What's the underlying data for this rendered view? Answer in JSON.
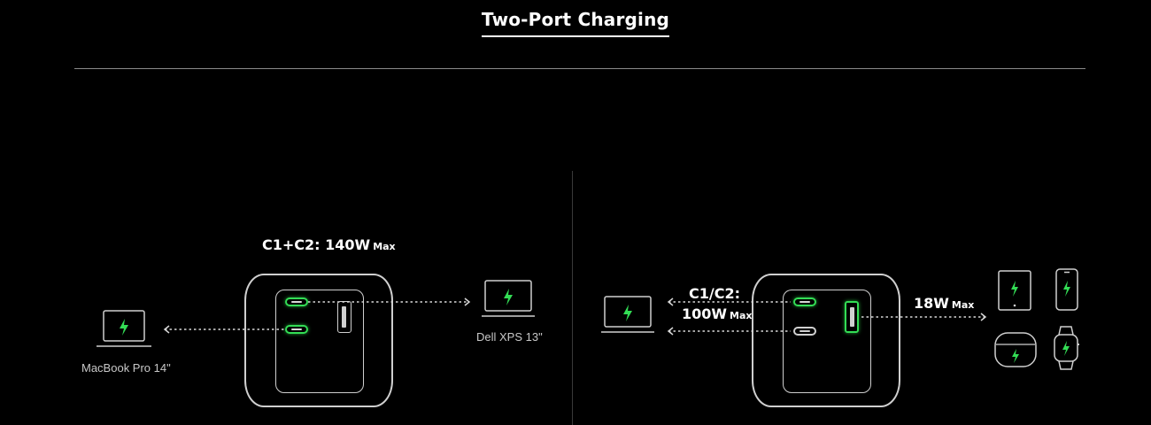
{
  "header": {
    "title": "Two-Port Charging"
  },
  "left_panel": {
    "power_label": {
      "ports": "C1+C2:",
      "watts": "140W",
      "suffix": "Max"
    },
    "devices": {
      "left": "MacBook Pro 14\"",
      "right": "Dell XPS 13\""
    }
  },
  "right_panel": {
    "usbc_label": {
      "ports": "C1/C2:",
      "watts": "100W",
      "suffix": "Max"
    },
    "usba_label": {
      "watts": "18W",
      "suffix": "Max"
    }
  },
  "icons": [
    "laptop-icon",
    "bolt-icon",
    "tablet-icon",
    "phone-icon",
    "earbuds-case-icon",
    "smartwatch-icon",
    "arrow-icon"
  ],
  "colors": {
    "accent_green": "#33dd55",
    "background": "#000000",
    "line": "#cfcfcf"
  }
}
